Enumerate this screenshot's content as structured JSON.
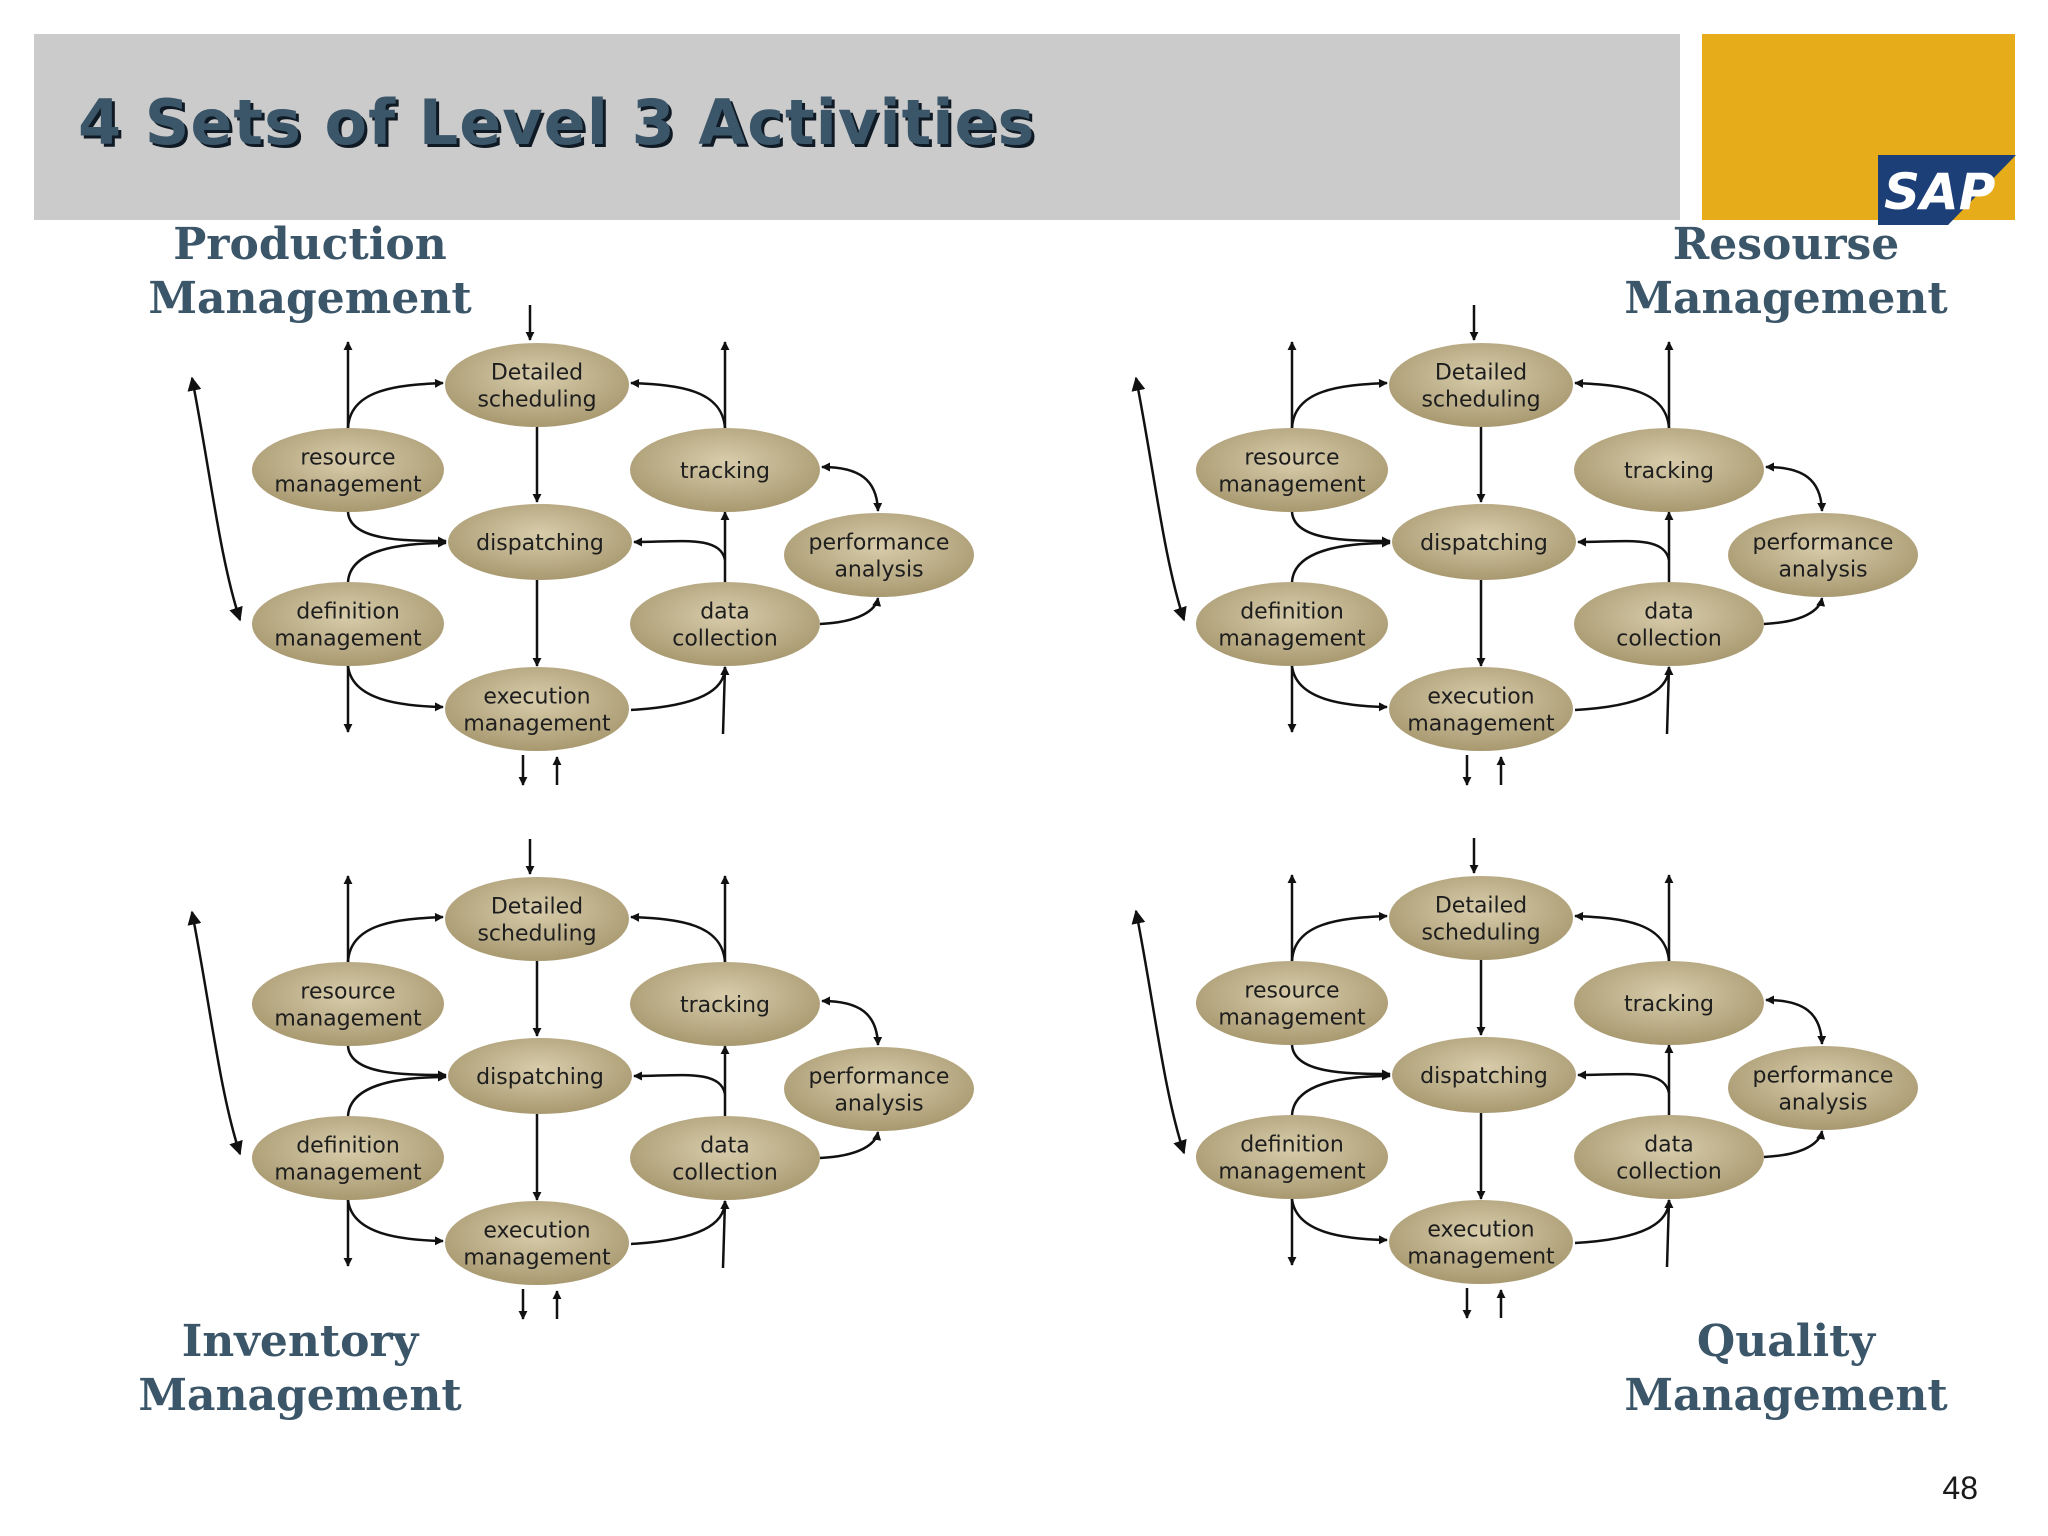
{
  "slide": {
    "title": "4 Sets of Level 3 Activities",
    "page_number": "48"
  },
  "logo": {
    "text": "SAP",
    "colors": {
      "box": "#e6ac1a",
      "badge": "#1c3f78"
    }
  },
  "quadrants": {
    "production": {
      "line1": "Production",
      "line2": "Management"
    },
    "resource": {
      "line1": "Resourse",
      "line2": "Management"
    },
    "inventory": {
      "line1": "Inventory",
      "line2": "Management"
    },
    "quality": {
      "line1": "Quality",
      "line2": "Management"
    }
  },
  "diagram": {
    "nodes": {
      "detailed_scheduling": [
        "Detailed",
        "scheduling"
      ],
      "resource_management": [
        "resource",
        "management"
      ],
      "tracking": [
        "tracking"
      ],
      "dispatching": [
        "dispatching"
      ],
      "performance_analysis": [
        "performance",
        "analysis"
      ],
      "definition_management": [
        "definition",
        "management"
      ],
      "data_collection": [
        "data",
        "collection"
      ],
      "execution_management": [
        "execution",
        "management"
      ]
    }
  },
  "colors": {
    "title": "#3b5569",
    "node_fill": "#b9ab82",
    "title_bar": "#cbcbcb"
  }
}
